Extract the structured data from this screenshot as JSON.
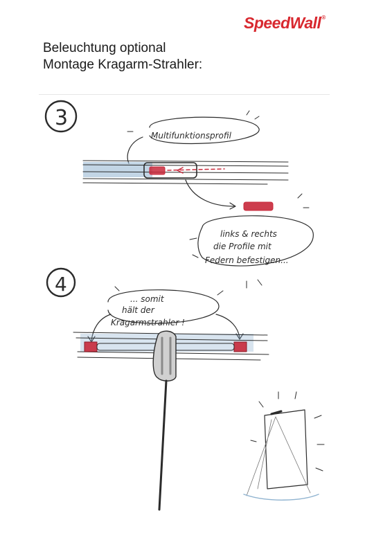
{
  "brand": {
    "name": "SpeedWall",
    "registered": "®",
    "color": "#d8282f"
  },
  "heading": {
    "line1": "Beleuchtung optional",
    "line2": "Montage Kragarm-Strahler:"
  },
  "sketch": {
    "step3": {
      "number": "3",
      "label_profile": "Multifunktionsprofil",
      "note_line1": "links & rechts",
      "note_line2": "die Profile mit",
      "note_line3": "Federn befestigen..."
    },
    "step4": {
      "number": "4",
      "note_line1": "... somit",
      "note_line2": "hält der",
      "note_line3": "Kragarmstrahler !"
    },
    "colors": {
      "ink": "#2b2b2b",
      "accent_red": "#c8283a",
      "profile_blue": "#8fb3d0"
    }
  }
}
